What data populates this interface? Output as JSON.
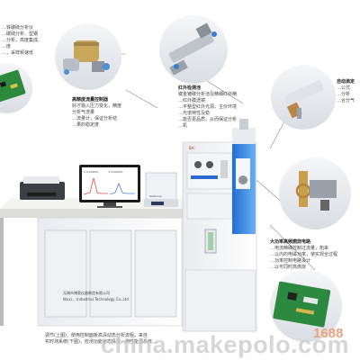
{
  "callouts": {
    "top_left": {
      "lines": [
        "…铁碳硫分析仪",
        "…碳硫分析、型钢",
        "…分析，高度集成、",
        "…度",
        "…，采样频速低"
      ]
    },
    "left_mid": {
      "title": "高精度流量控制器",
      "lines": [
        "好才融入压力变化，精度",
        "分析气流量",
        "…流量计，保证分析结",
        "…果的稳定度"
      ]
    },
    "center_top": {
      "title": "红外检测池",
      "lines": [
        "键金镀碳分析池及精细红外精",
        "…红外膜透镜",
        "…平整型红外光源，主价环境",
        "…光谱特性及稳",
        "…能否更品质，从而保证分析",
        "…机"
      ]
    },
    "right_top": {
      "title": "自动滴定",
      "lines": [
        "…公式",
        "…分析",
        "…合分气"
      ]
    },
    "right_bottom": {
      "title": "大功率高频燃烧电路",
      "lines": [
        "…电流精确控制过流量，拓来",
        "…以内的电磁功率，使实现全过程",
        "…功率控制电路设计",
        "…以可同时高燃烧"
      ]
    },
    "bottom": {
      "lines": [
        "调节(上图)，使用控制面板高清动态分析流程，来自",
        "实时测系统(下图)，检测功能状态情况，测性能源系统…"
      ]
    }
  },
  "instrument": {
    "cabinet_label": "无锡市博奥仪器制造有限公司",
    "cabinet_label_en": "Wuxi… Industrial Technology Co.,Ltd",
    "panel_label": "BA-",
    "scale_brand": "Sartorius"
  },
  "monitor": {
    "left_chart_title": "C 0.0000%",
    "right_chart_title": "S 0.0000%"
  },
  "watermark": {
    "text": "china.makepolo.com",
    "brand": "1688"
  },
  "colors": {
    "accent_blue": "#2f7fd7",
    "cabinet": "#eef0f4",
    "tabletop": "#f4f4f0"
  }
}
